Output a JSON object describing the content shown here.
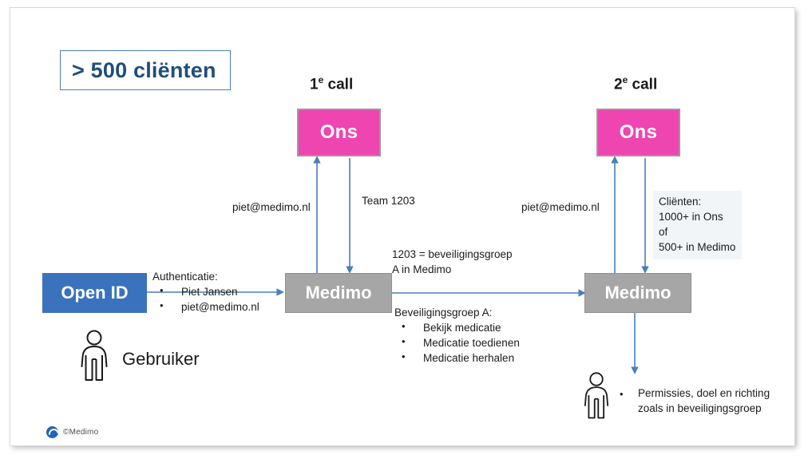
{
  "slide": {
    "title_callout": "> 500 cliënten",
    "footer_text": "©Medimo",
    "logo_icon": "medimo-logo-icon"
  },
  "colors": {
    "ons_pink": "#ee45b0",
    "medimo_gray": "#a6a6a6",
    "openid_blue": "#3a72bd",
    "arrow_blue": "#4a7ebb",
    "callout_border": "#4a7ebb",
    "callout_text": "#1f4e79"
  },
  "nodes": {
    "open_id": "Open ID",
    "medimo_1": "Medimo",
    "medimo_2": "Medimo",
    "ons_1": "Ons",
    "ons_2": "Ons"
  },
  "call_labels": {
    "first": {
      "prefix": "1",
      "sup": "e",
      "suffix": " call"
    },
    "second": {
      "prefix": "2",
      "sup": "e",
      "suffix": " call"
    }
  },
  "annotations": {
    "auth_title": "Authenticatie:",
    "auth_items": [
      "Piet Jansen",
      "piet@medimo.nl"
    ],
    "call1_up_label": "piet@medimo.nl",
    "call1_down_label": "Team 1203",
    "call2_up_label": "piet@medimo.nl",
    "clienten_note": [
      "Cliënten:",
      "1000+ in Ons",
      "of",
      "500+ in Medimo"
    ],
    "group_mapping": [
      "1203 = beveiligingsgroep",
      "A in Medimo"
    ],
    "security_group_title": "Beveiligingsgroep A:",
    "security_group_items": [
      "Bekijk medicatie",
      "Medicatie toedienen",
      "Medicatie herhalen"
    ],
    "permissions": [
      "Permissies, doel en richting",
      "zoals in beveiligingsgroep"
    ],
    "gebruiker_label": "Gebruiker"
  },
  "icons": {
    "user_left": "person-icon",
    "user_right": "person-icon"
  }
}
